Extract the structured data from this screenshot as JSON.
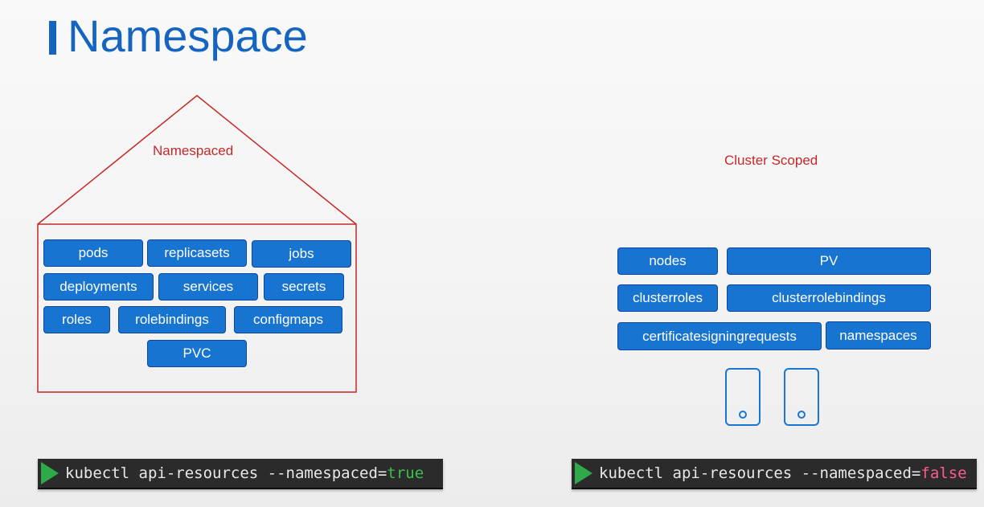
{
  "title": "Namespace",
  "namespaced": {
    "label": "Namespaced",
    "resources": [
      "pods",
      "replicasets",
      "jobs",
      "deployments",
      "services",
      "secrets",
      "roles",
      "rolebindings",
      "configmaps",
      "PVC"
    ]
  },
  "cluster_scoped": {
    "label": "Cluster Scoped",
    "resources": [
      "nodes",
      "PV",
      "clusterroles",
      "clusterrolebindings",
      "certificatesigningrequests",
      "namespaces"
    ]
  },
  "commands": {
    "left": {
      "prefix": "kubectl api-resources --namespaced=",
      "value": "true"
    },
    "right": {
      "prefix": "kubectl api-resources --namespaced=",
      "value": "false"
    }
  },
  "colors": {
    "title": "#1565c0",
    "pill": "#1774d0",
    "outline": "#c62828",
    "play": "#2eaa4a"
  },
  "icons": [
    "play-icon",
    "server-icon"
  ]
}
